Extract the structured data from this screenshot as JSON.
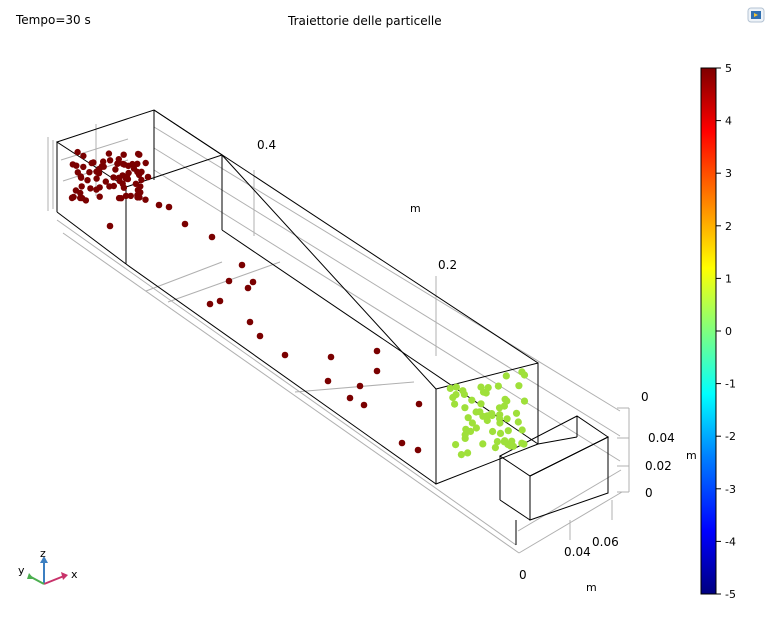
{
  "header": {
    "time_label": "Tempo=30 s",
    "title": "Traiettorie delle particelle"
  },
  "icons": {
    "export": "export-image-icon"
  },
  "chart_data": {
    "type": "scatter",
    "title": "Traiettorie delle particelle",
    "axes_3d": {
      "length_ticks": [
        "0.4",
        "0.2"
      ],
      "depth_ticks": [
        "0.06",
        "0.04",
        "0"
      ],
      "height_ticks": [
        "0",
        "0.04",
        "0.02",
        "0"
      ],
      "unit_labels": [
        "m",
        "m",
        "m"
      ],
      "triad": {
        "x": "x",
        "y": "y",
        "z": "z"
      }
    },
    "colorbar": {
      "min": -5,
      "max": 5,
      "ticks": [
        "5",
        "4",
        "3",
        "2",
        "1",
        "0",
        "-1",
        "-2",
        "-3",
        "-4",
        "-5"
      ],
      "colormap": "rainbow",
      "colors": [
        "#00007f",
        "#0000ff",
        "#007fff",
        "#00ffff",
        "#7fff7f",
        "#ffff00",
        "#ff7f00",
        "#ff0000",
        "#7f0000"
      ]
    },
    "series": [
      {
        "color_value": 5,
        "color": "#7a0000",
        "count": 104
      },
      {
        "color_value": 0.6,
        "color": "#9fe03a",
        "count": 62
      }
    ]
  }
}
